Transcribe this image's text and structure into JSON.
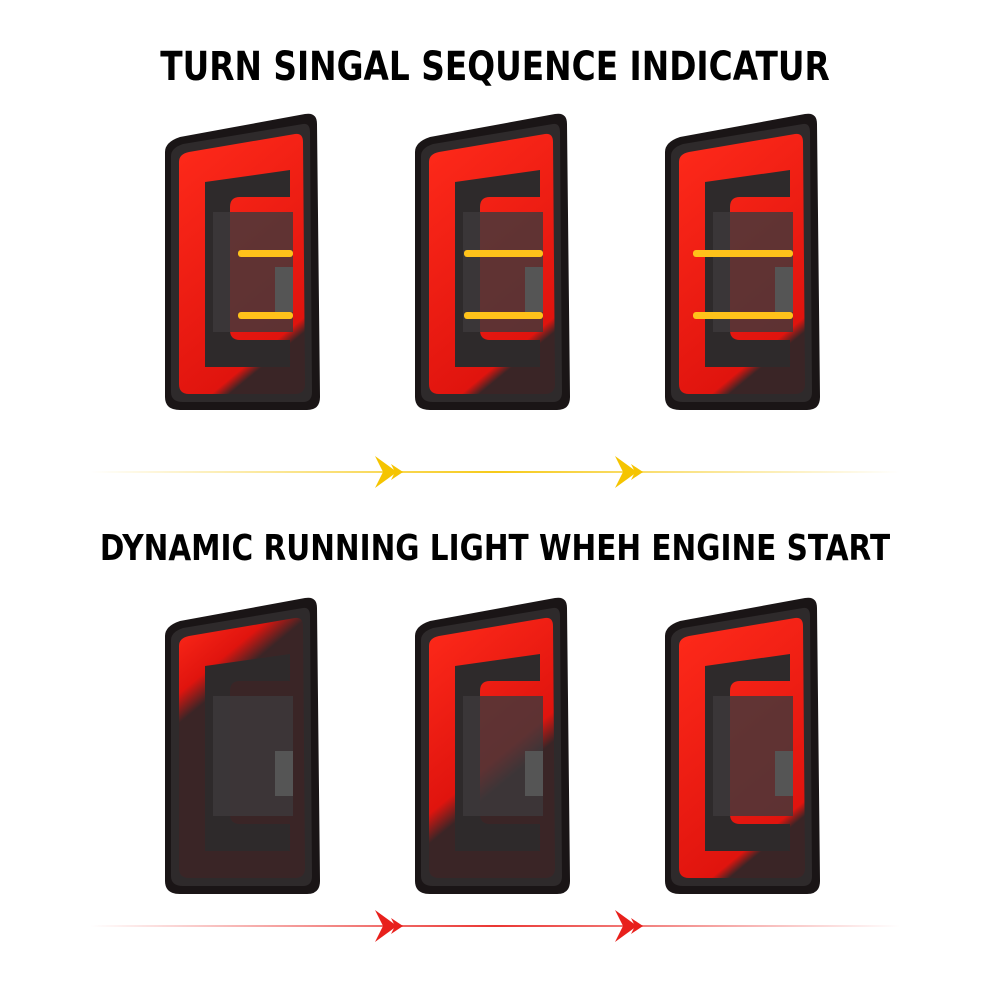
{
  "sections": [
    {
      "title": "TURN SINGAL SEQUENCE INDICATUR",
      "arrow_color": "#f5c400",
      "steps": [
        {
          "amber_level": 0.35,
          "red_level": 1.0
        },
        {
          "amber_level": 0.7,
          "red_level": 1.0
        },
        {
          "amber_level": 1.0,
          "red_level": 1.0
        }
      ]
    },
    {
      "title": "DYNAMIC RUNNING LIGHT WHEH ENGINE START",
      "arrow_color": "#e8201c",
      "steps": [
        {
          "amber_level": 0,
          "red_level": 0.3
        },
        {
          "amber_level": 0,
          "red_level": 0.7
        },
        {
          "amber_level": 0,
          "red_level": 1.0
        }
      ]
    }
  ]
}
